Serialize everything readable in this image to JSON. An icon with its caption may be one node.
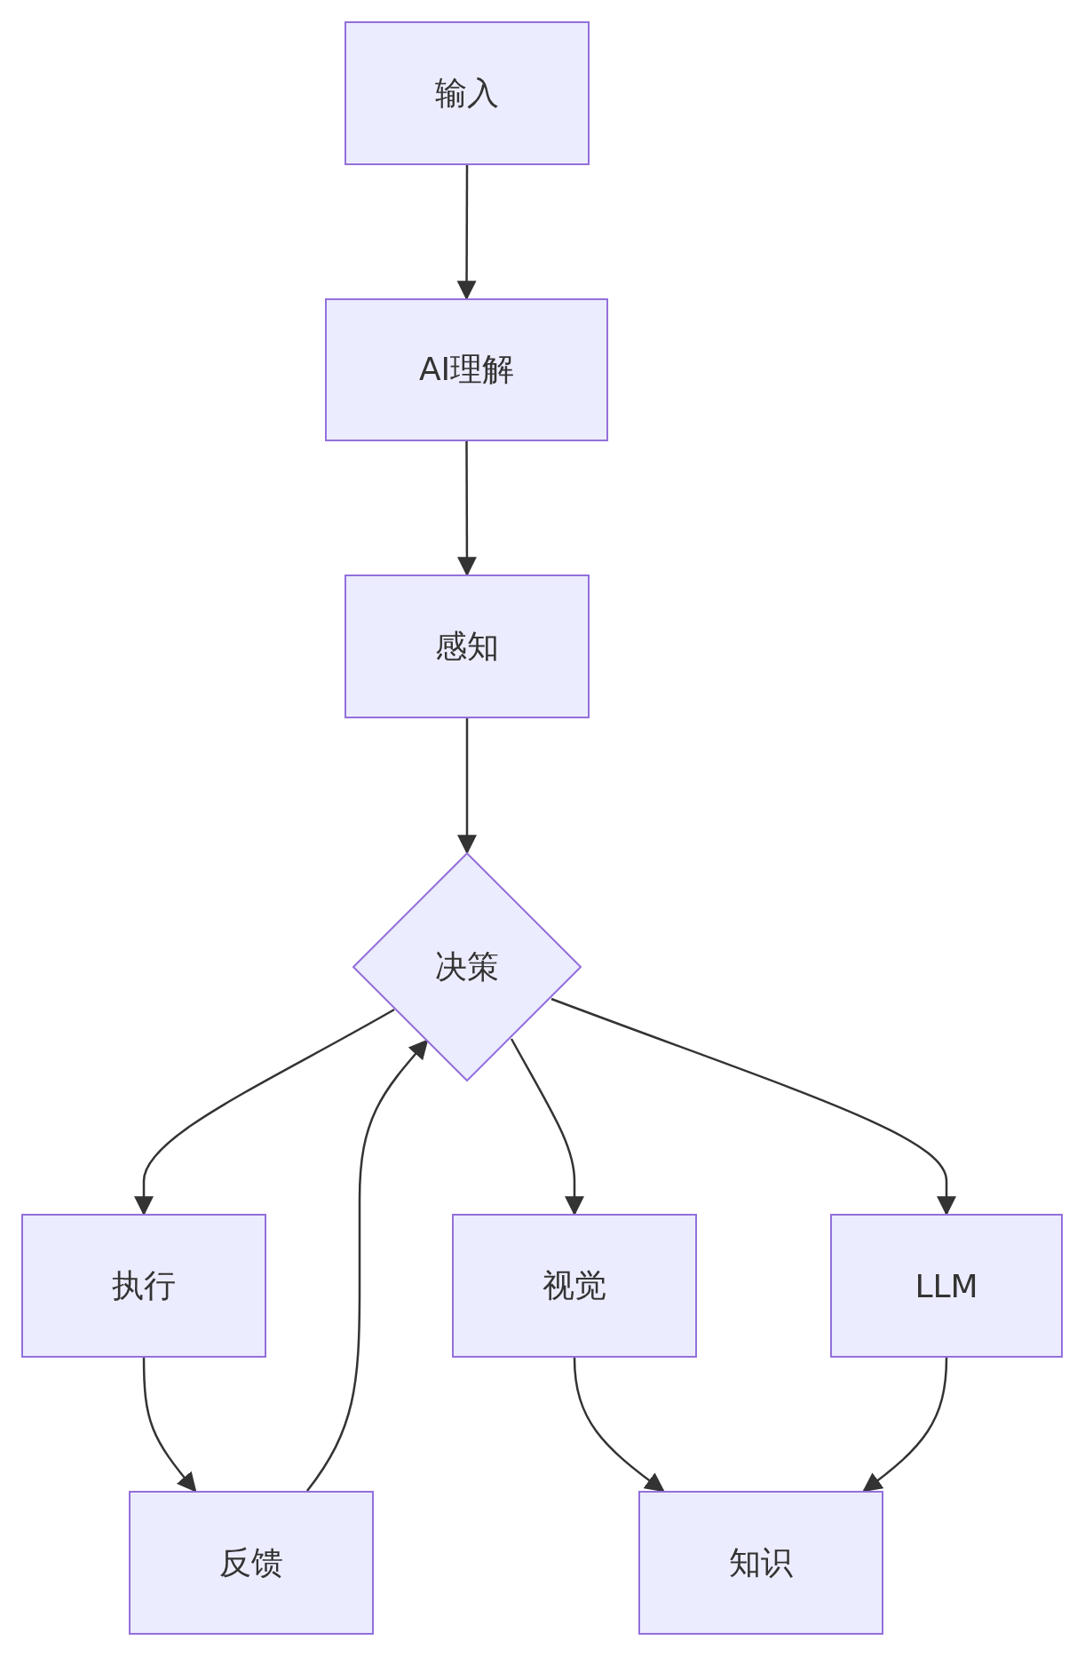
{
  "diagram": {
    "nodes": [
      {
        "text": [
          "输入"
        ]
      },
      {
        "text": [
          "AI理解"
        ]
      },
      {
        "text": [
          "感知"
        ]
      },
      {
        "text": [
          "决策"
        ]
      },
      {
        "text": [
          "执行"
        ]
      },
      {
        "text": [
          "视觉"
        ]
      },
      {
        "text": [
          "LLM"
        ]
      },
      {
        "text": [
          "反馈"
        ]
      },
      {
        "text": [
          "知识"
        ]
      }
    ],
    "edges": [
      {
        "from": 0,
        "to": 1,
        "arrow": "to"
      },
      {
        "from": 1,
        "to": 2,
        "arrow": "to"
      },
      {
        "from": 2,
        "to": 3,
        "arrow": "to"
      },
      {
        "from": 3,
        "to": 4,
        "arrow": "to"
      },
      {
        "from": 3,
        "to": 5,
        "arrow": "to"
      },
      {
        "from": 3,
        "to": 6,
        "arrow": "to"
      },
      {
        "from": 4,
        "to": 7,
        "arrow": "to"
      },
      {
        "from": 7,
        "to": 3,
        "arrow": "to"
      },
      {
        "from": 5,
        "to": 8,
        "arrow": "to"
      },
      {
        "from": 6,
        "to": 8,
        "arrow": "to"
      }
    ]
  }
}
